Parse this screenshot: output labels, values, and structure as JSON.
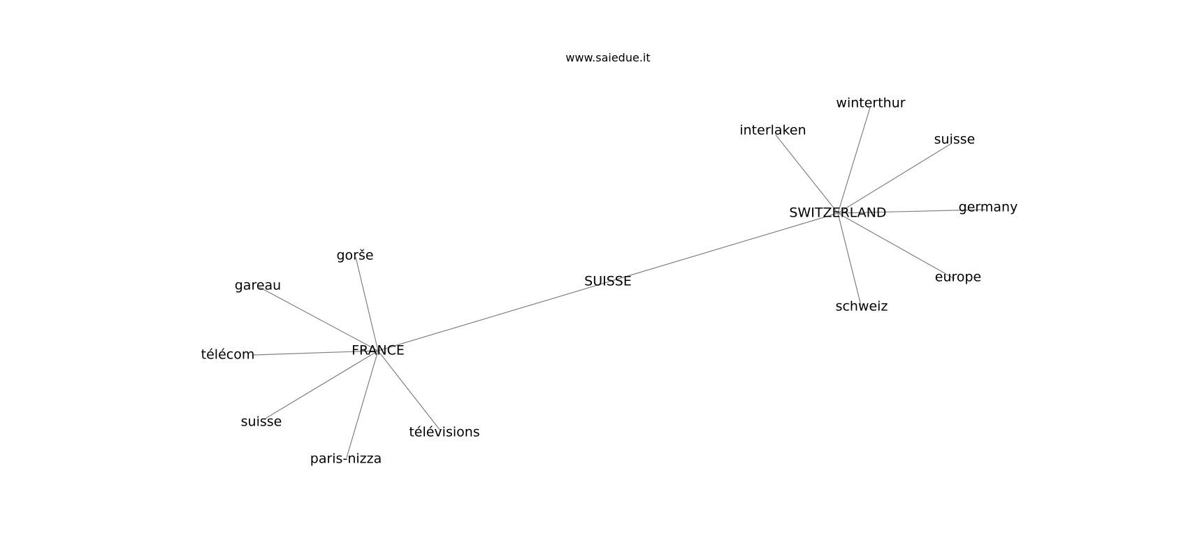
{
  "title": "www.saiedue.it",
  "colors": {
    "edge": "#808080",
    "text": "#000000",
    "background": "#ffffff"
  },
  "nodes": [
    {
      "id": "suisse-center",
      "label": "SUISSE"
    },
    {
      "id": "france",
      "label": "FRANCE"
    },
    {
      "id": "switzerland",
      "label": "SWITZERLAND"
    },
    {
      "id": "gorse",
      "label": "gorše"
    },
    {
      "id": "gareau",
      "label": "gareau"
    },
    {
      "id": "telecom",
      "label": "télécom"
    },
    {
      "id": "suisse-fr",
      "label": "suisse"
    },
    {
      "id": "paris-nizza",
      "label": "paris-nizza"
    },
    {
      "id": "televisions",
      "label": "télévisions"
    },
    {
      "id": "interlaken",
      "label": "interlaken"
    },
    {
      "id": "winterthur",
      "label": "winterthur"
    },
    {
      "id": "suisse-ch",
      "label": "suisse"
    },
    {
      "id": "germany",
      "label": "germany"
    },
    {
      "id": "europe",
      "label": "europe"
    },
    {
      "id": "schweiz",
      "label": "schweiz"
    }
  ],
  "edges": [
    [
      "france",
      "switzerland"
    ],
    [
      "france",
      "gorse"
    ],
    [
      "france",
      "gareau"
    ],
    [
      "france",
      "telecom"
    ],
    [
      "france",
      "suisse-fr"
    ],
    [
      "france",
      "paris-nizza"
    ],
    [
      "france",
      "televisions"
    ],
    [
      "switzerland",
      "interlaken"
    ],
    [
      "switzerland",
      "winterthur"
    ],
    [
      "switzerland",
      "suisse-ch"
    ],
    [
      "switzerland",
      "germany"
    ],
    [
      "switzerland",
      "europe"
    ],
    [
      "switzerland",
      "schweiz"
    ]
  ]
}
